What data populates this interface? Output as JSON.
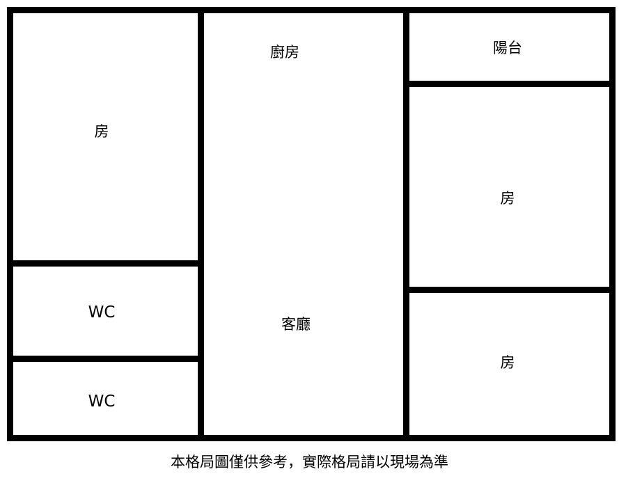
{
  "floorplan": {
    "rooms": {
      "left_bedroom": "房",
      "wc_upper": "WC",
      "wc_lower": "WC",
      "kitchen": "廚房",
      "living_room": "客廳",
      "balcony": "陽台",
      "right_bedroom_upper": "房",
      "right_bedroom_lower": "房"
    },
    "wall_color": "#000000",
    "background_color": "#ffffff"
  },
  "disclaimer": "本格局圖僅供參考，實際格局請以現場為準"
}
